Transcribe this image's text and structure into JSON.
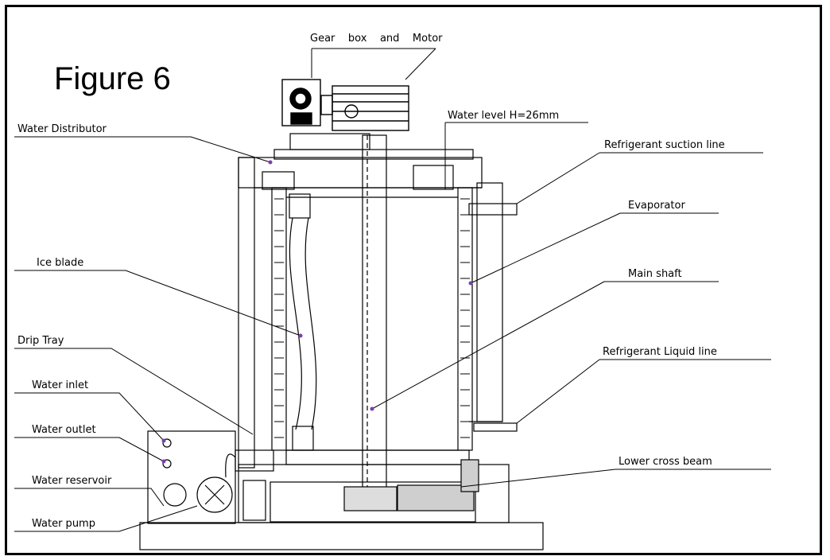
{
  "figure_title": "Figure 6",
  "labels": {
    "gearbox_motor": "Gear    box    and    Motor",
    "water_level": "Water level H=26mm",
    "water_distributor": "Water Distributor",
    "suction_line": "Refrigerant suction line",
    "evaporator": "Evaporator",
    "ice_blade": "Ice blade",
    "main_shaft": "Main shaft",
    "drip_tray": "Drip Tray",
    "liquid_line": "Refrigerant Liquid line",
    "water_inlet": "Water inlet",
    "water_outlet": "Water outlet",
    "lower_cross_beam": "Lower cross beam",
    "water_reservoir": "Water reservoir",
    "water_pump": "Water pump"
  }
}
